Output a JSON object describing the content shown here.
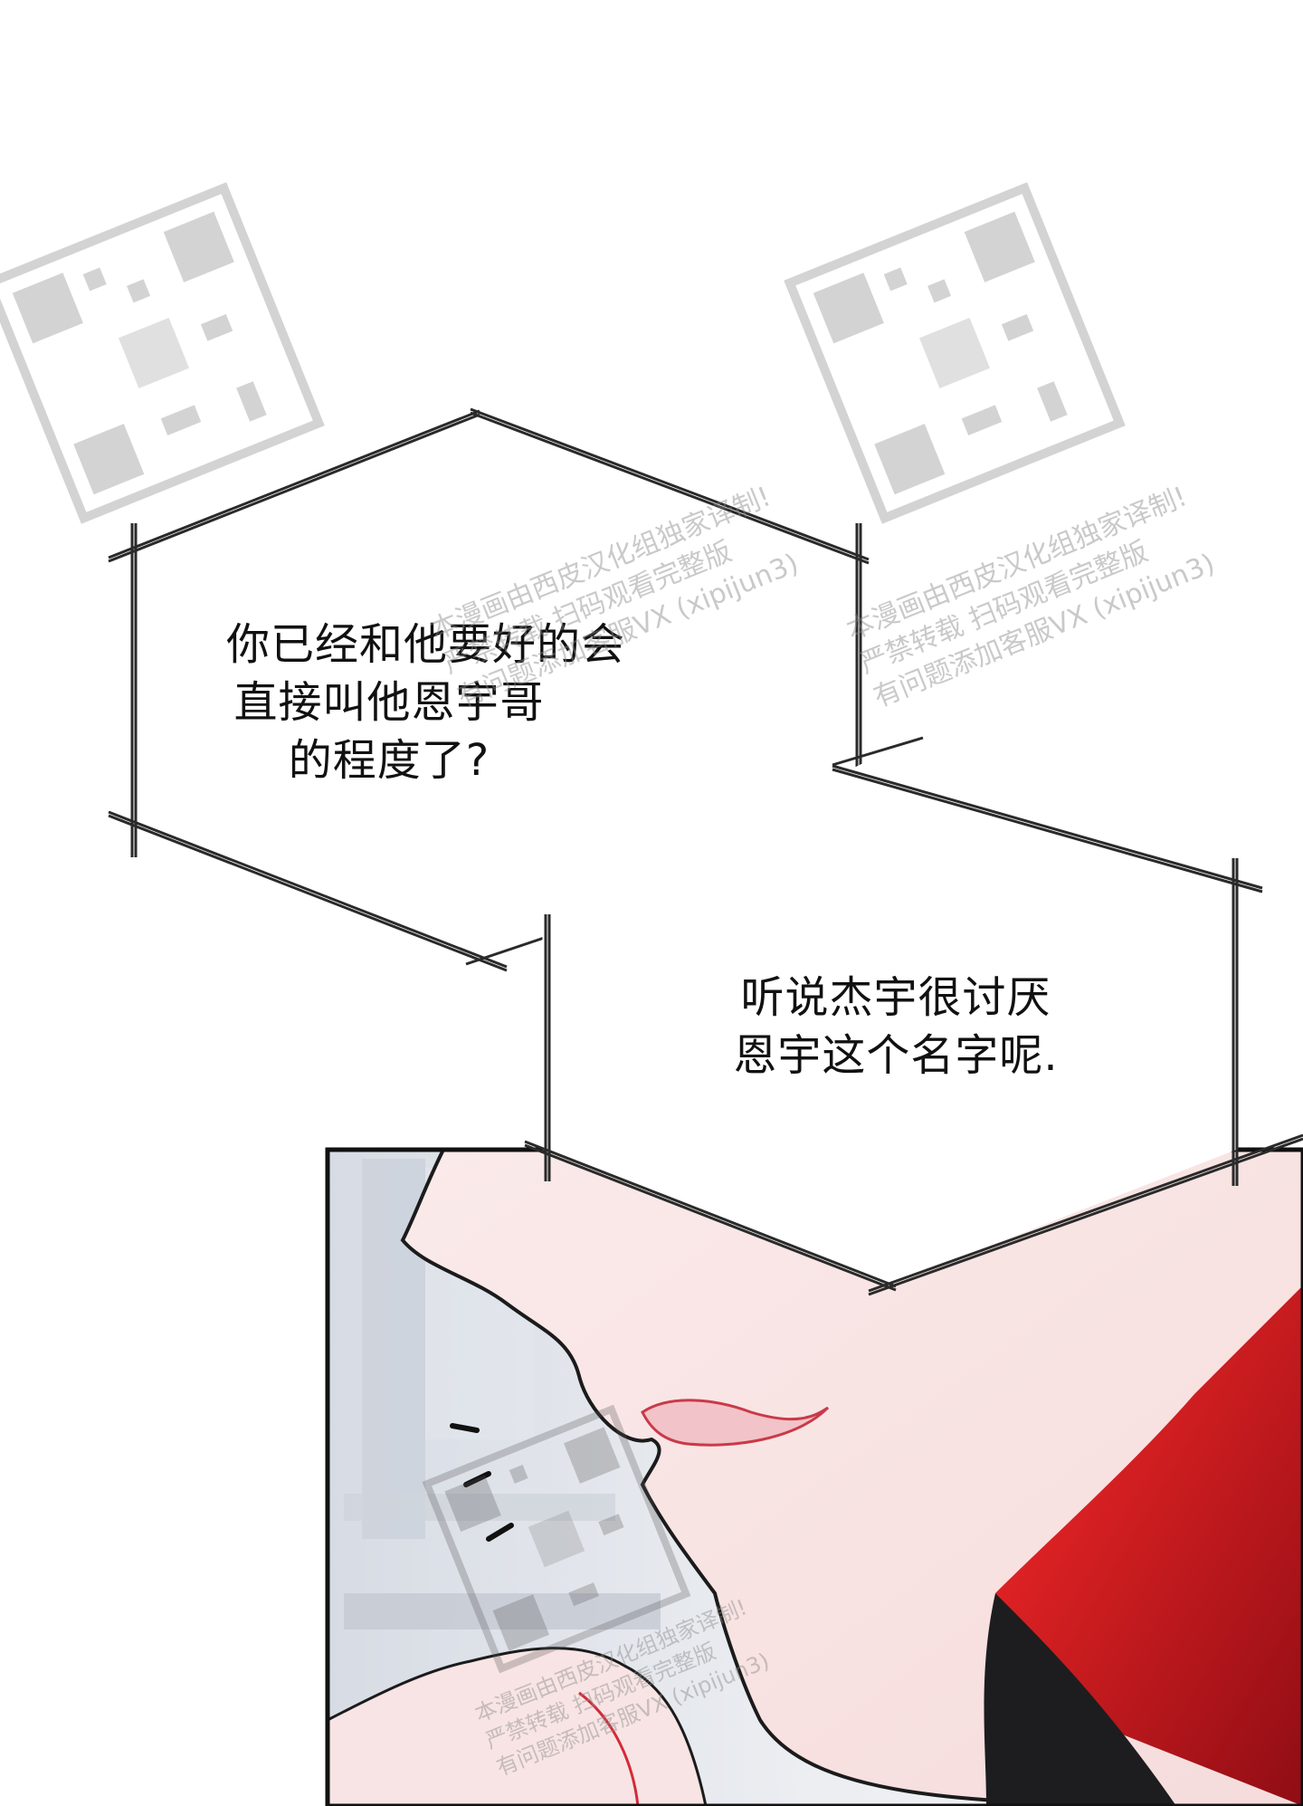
{
  "bubbles": [
    {
      "lines": [
        "你已经和他要好的会",
        "直接叫他恩宇哥",
        "的程度了?"
      ]
    },
    {
      "lines": [
        "听说杰宇很讨厌",
        "恩宇这个名字呢."
      ]
    }
  ],
  "sfx": "…",
  "watermarks": [
    {
      "lines": [
        "本漫画由西皮汉化组独家译制!",
        "严禁转载 扫码观看完整版",
        "有问题添加客服VX (xipijun3)"
      ]
    },
    {
      "lines": [
        "本漫画由西皮汉化组独家译制!",
        "严禁转载 扫码观看完整版",
        "有问题添加客服VX (xipijun3)"
      ]
    },
    {
      "lines": [
        "本漫画由西皮汉化组独家译制!",
        "严禁转载 扫码观看完整版",
        "有问题添加客服VX (xipijun3)"
      ]
    }
  ],
  "colors": {
    "background": "#ffffff",
    "text": "#111111",
    "skin": "#f8e3e3",
    "accent_red": "#d21f2a",
    "dark": "#1d1d1f",
    "bubble_stroke": "#2a2a2a"
  }
}
